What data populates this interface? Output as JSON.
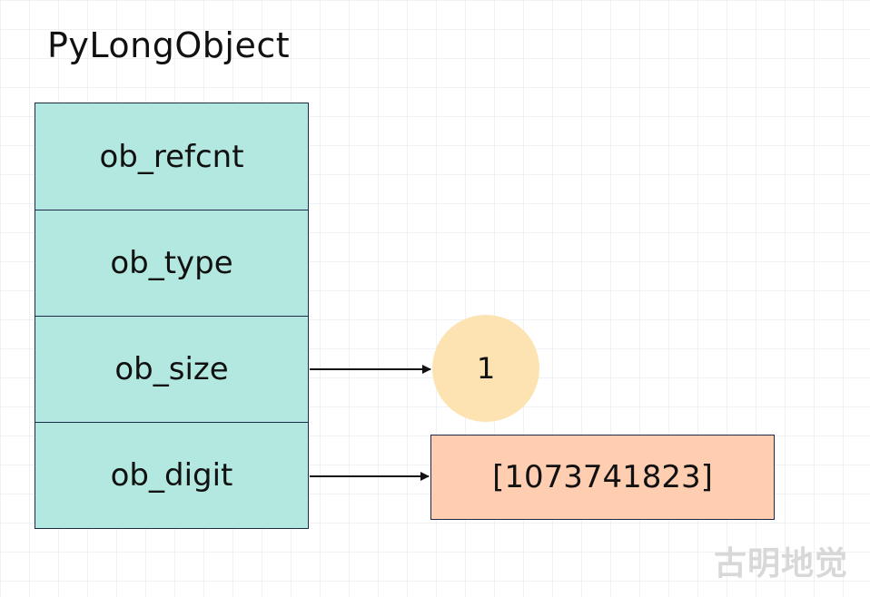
{
  "title": "PyLongObject",
  "struct": {
    "fields": [
      {
        "label": "ob_refcnt"
      },
      {
        "label": "ob_type"
      },
      {
        "label": "ob_size"
      },
      {
        "label": "ob_digit"
      }
    ]
  },
  "size_value": "1",
  "digit_value": "[1073741823]",
  "watermark": "古明地觉",
  "colors": {
    "struct_fill": "#b3e8e0",
    "size_circle_fill": "#fde3b2",
    "digit_box_fill": "#ffcdb0",
    "stroke": "#1e2a4a"
  }
}
